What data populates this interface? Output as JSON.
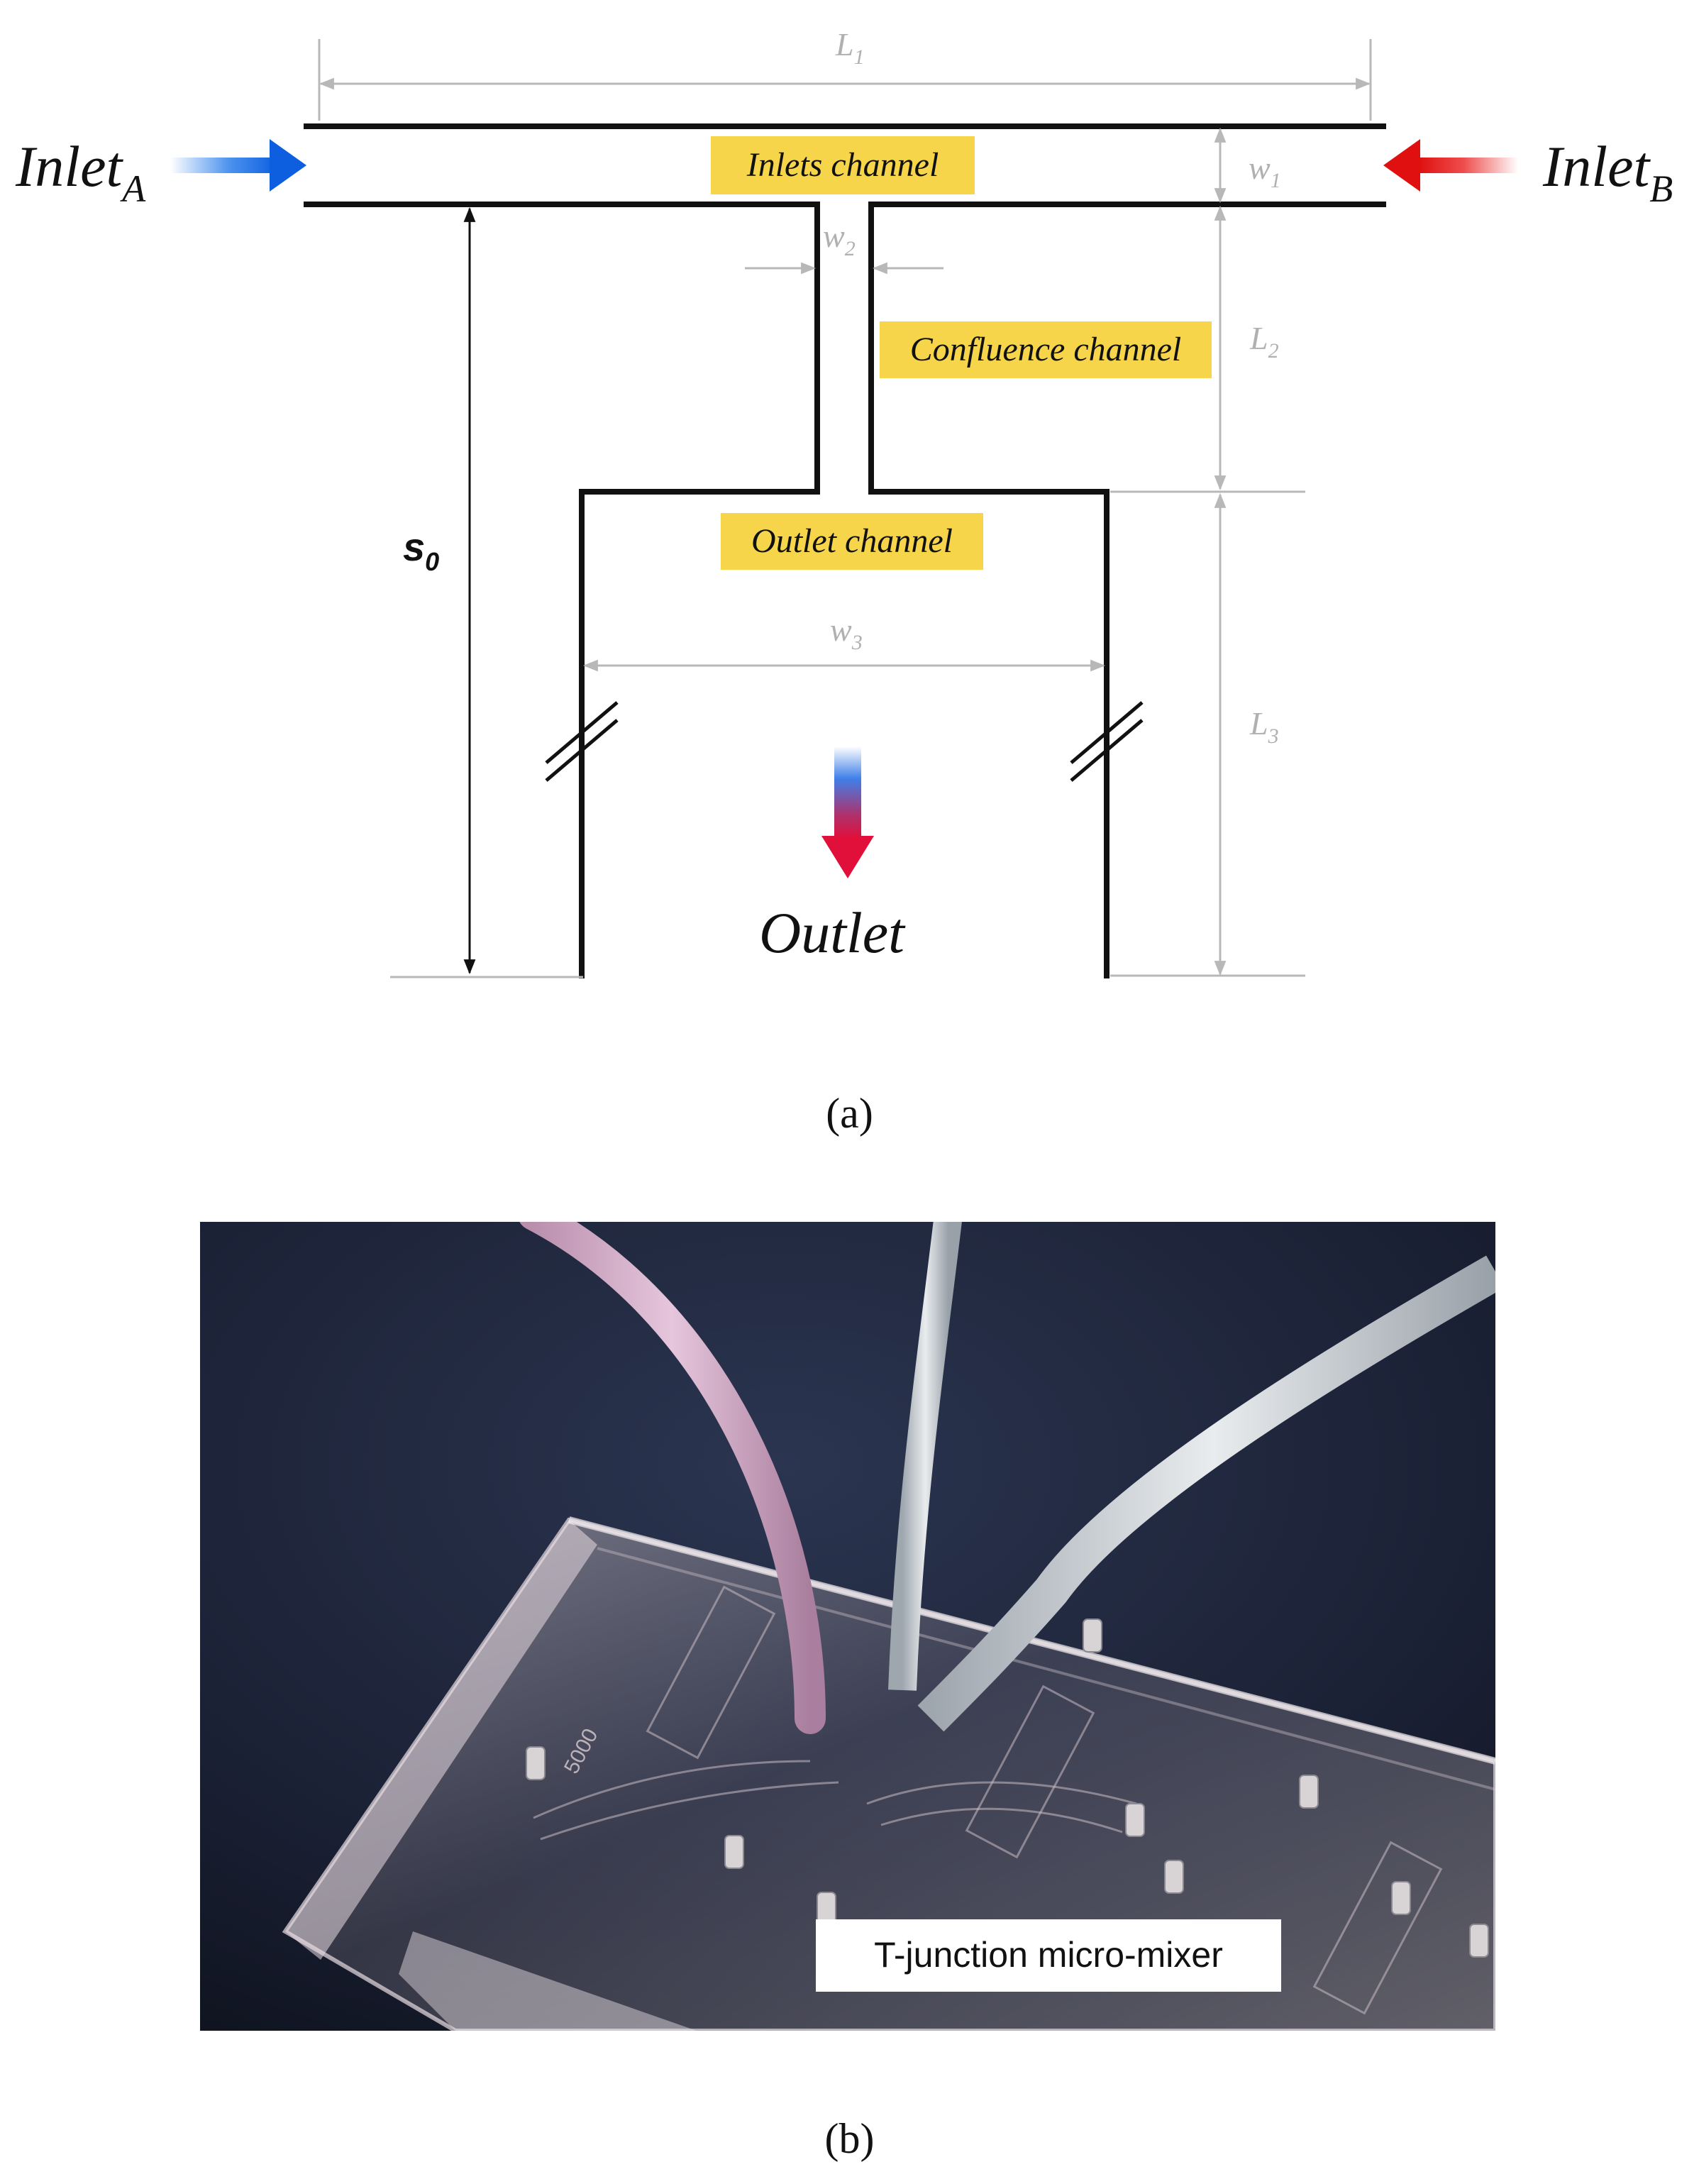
{
  "diagram": {
    "inlet_a": {
      "base": "Inlet",
      "sub": "A"
    },
    "inlet_b": {
      "base": "Inlet",
      "sub": "B"
    },
    "outlet": "Outlet",
    "labels": {
      "inlets_channel": "Inlets channel",
      "confluence_channel": "Confluence channel",
      "outlet_channel": "Outlet channel"
    },
    "dimensions": {
      "L1": {
        "base": "L",
        "sub": "1"
      },
      "L2": {
        "base": "L",
        "sub": "2"
      },
      "L3": {
        "base": "L",
        "sub": "3"
      },
      "w1": {
        "base": "w",
        "sub": "1"
      },
      "w2": {
        "base": "w",
        "sub": "2"
      },
      "w3": {
        "base": "w",
        "sub": "3"
      },
      "s0": {
        "base": "s",
        "sub": "0"
      }
    },
    "colors": {
      "inlet_a_arrow": "#1a6fe0",
      "inlet_b_arrow": "#e01a1a",
      "label_highlight": "#f7d54a",
      "dimension_lines": "#b8b8b8"
    }
  },
  "photo": {
    "label": "T-junction micro-mixer",
    "chip_marking": "5000"
  },
  "captions": {
    "a": "(a)",
    "b": "(b)"
  }
}
